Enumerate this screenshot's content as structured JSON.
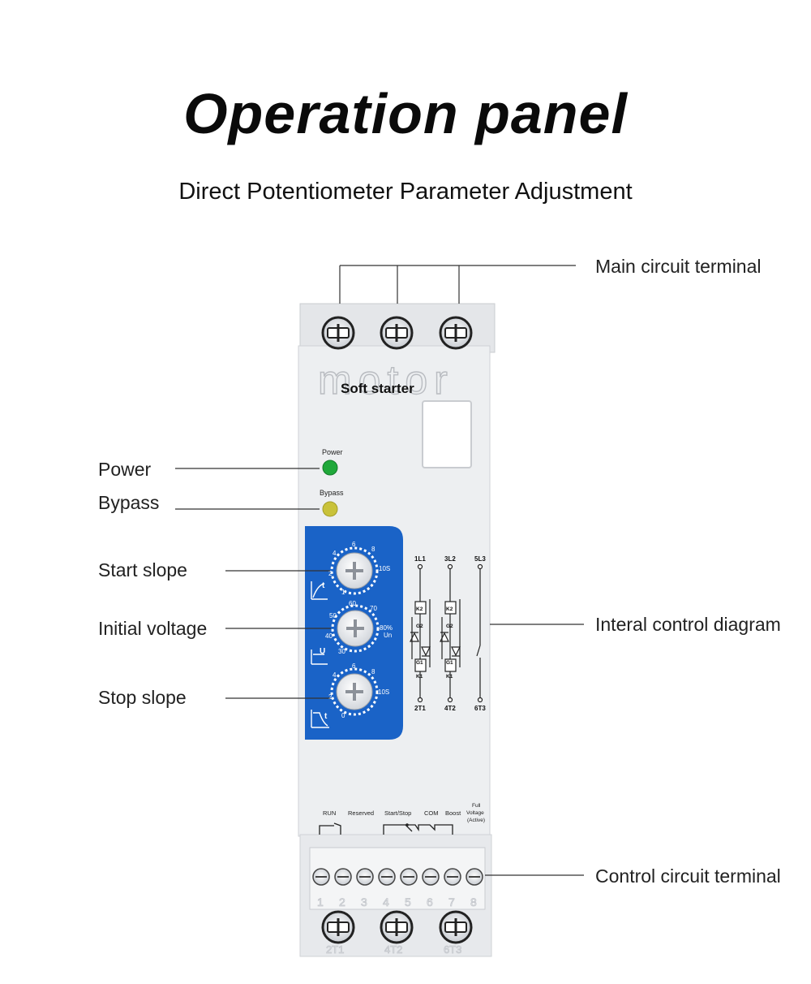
{
  "title": "Operation panel",
  "subtitle": "Direct Potentiometer Parameter Adjustment",
  "callouts": {
    "main_circuit_terminal": "Main circuit terminal",
    "power": "Power",
    "bypass": "Bypass",
    "start_slope": "Start slope",
    "initial_voltage": "Initial voltage",
    "stop_slope": "Stop slope",
    "internal_control_diagram": "Interal control diagram",
    "control_circuit_terminal": "Control circuit terminal"
  },
  "device": {
    "brand_watermark": "motor",
    "product_name": "Soft starter",
    "power_led_label": "Power",
    "bypass_led_label": "Bypass",
    "power_led_color": "#1fa83a",
    "bypass_led_color": "#c9c23a",
    "panel_color": "#1a63c7",
    "start_dial_ticks": [
      "1",
      "2",
      "4",
      "6",
      "8",
      "10S"
    ],
    "voltage_dial_ticks": [
      "30",
      "40",
      "50",
      "60",
      "70",
      "80%",
      "Un"
    ],
    "stop_dial_ticks": [
      "0",
      "2",
      "4",
      "6",
      "8",
      "10S"
    ],
    "diagram": {
      "top": [
        "1L1",
        "3L2",
        "5L3"
      ],
      "bottom": [
        "2T1",
        "4T2",
        "6T3"
      ],
      "k2": "K2",
      "g2": "G2",
      "g1": "G1",
      "k1": "K1"
    },
    "control_labels": {
      "run": "RUN",
      "reserved": "Reserved",
      "start_stop": "Start/Stop",
      "com": "COM",
      "boost": "Boost",
      "full_voltage_1": "Full",
      "full_voltage_2": "Voltage",
      "full_voltage_3": "(Active)"
    },
    "terminal_numbers": [
      "1",
      "2",
      "3",
      "4",
      "5",
      "6",
      "7",
      "8"
    ],
    "bottom_terminal_labels": [
      "2T1",
      "4T2",
      "6T3"
    ]
  }
}
